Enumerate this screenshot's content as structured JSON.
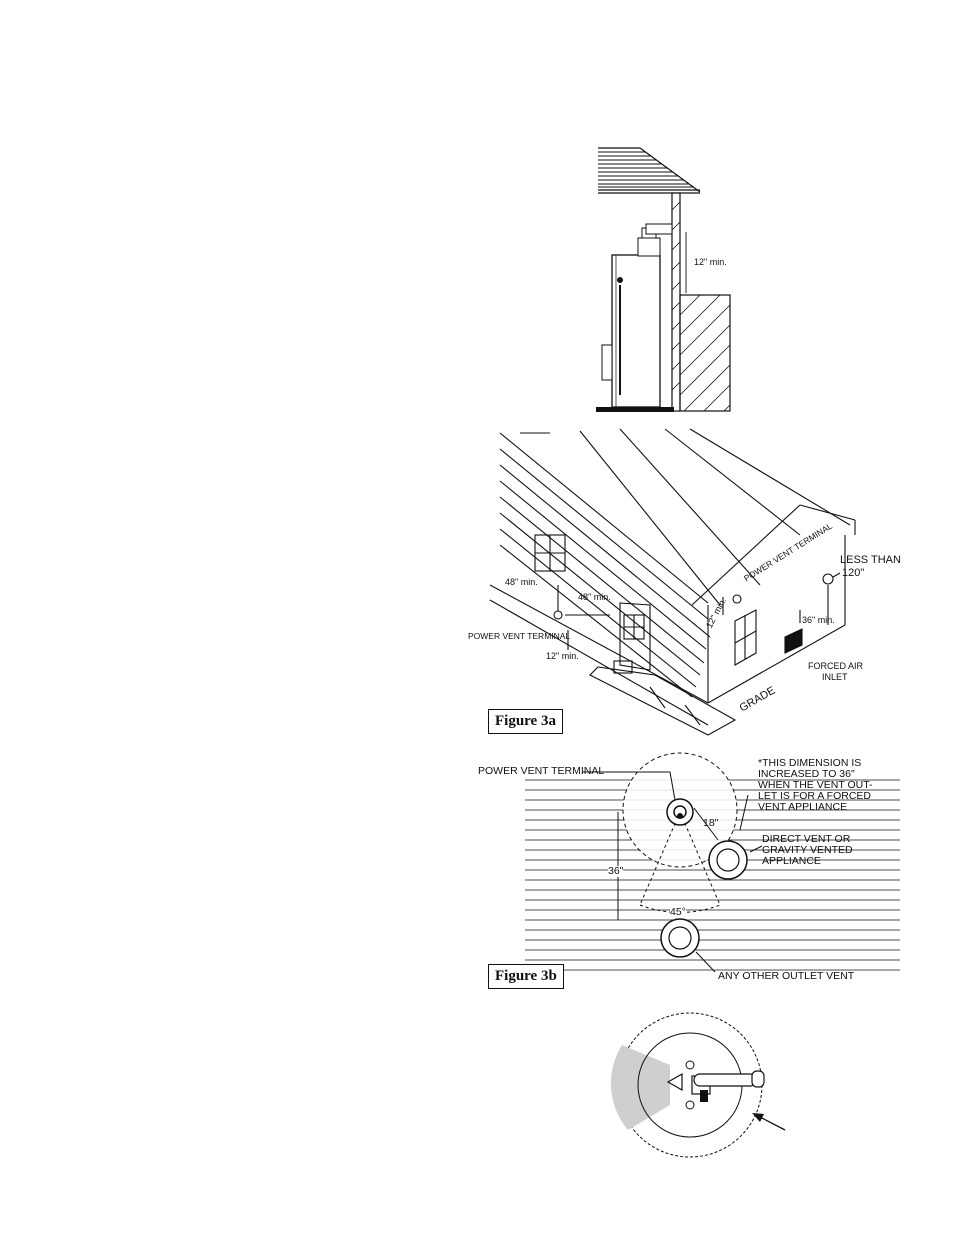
{
  "fig_top": {
    "dim_label": "12\" min."
  },
  "fig_3a": {
    "caption": "Figure 3a",
    "labels": {
      "window_clearance": "48\" min.",
      "door_clearance": "48\" min.",
      "terminal_front": "POWER VENT TERMINAL",
      "grade_clearance_front": "12\" min.",
      "terminal_side": "POWER VENT TERMINAL",
      "side_clearance": "12\" min.",
      "inlet_clearance": "36\" min.",
      "less_than_line1": "LESS THAN",
      "less_than_line2": "120\"",
      "forced_air_line1": "FORCED AIR",
      "forced_air_line2": "INLET",
      "grade": "GRADE"
    }
  },
  "fig_3b": {
    "caption": "Figure 3b",
    "labels": {
      "terminal": "POWER VENT TERMINAL",
      "note_lines": [
        "*THIS DIMENSION IS",
        "INCREASED TO 36\"",
        "WHEN THE VENT OUT-",
        "LET IS FOR A FORCED",
        "VENT APPLIANCE"
      ],
      "direct_vent_lines": [
        "DIRECT VENT OR",
        "GRAVITY VENTED",
        "APPLIANCE"
      ],
      "other_outlet": "ANY OTHER OUTLET VENT",
      "dim_18": "18\"",
      "dim_36": "36\"",
      "angle_45": "45°"
    }
  },
  "fig_bottom": {}
}
